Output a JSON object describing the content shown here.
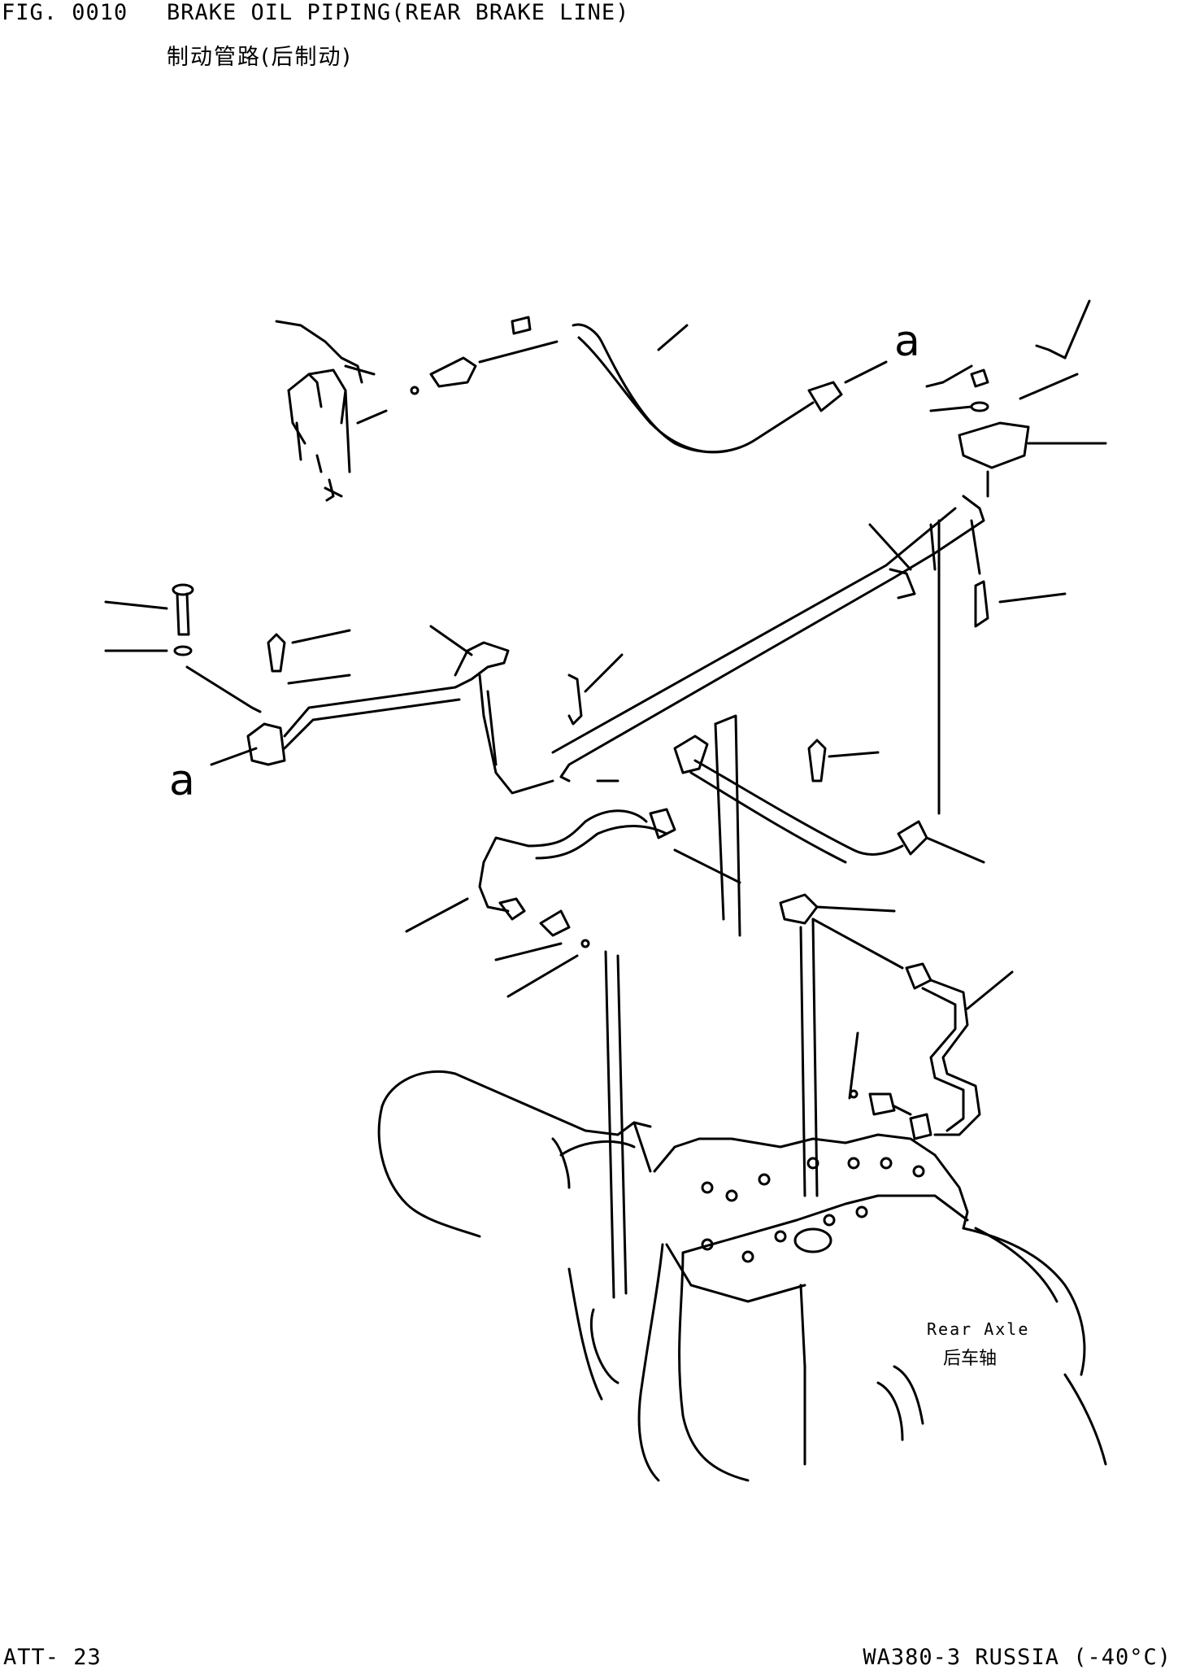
{
  "header": {
    "fig_number": "FIG. 0010",
    "title": "BRAKE OIL PIPING(REAR BRAKE LINE)",
    "title_cn": "制动管路(后制动)"
  },
  "labels": {
    "axle": "Rear Axle",
    "axle_cn": "后车轴",
    "ref_a_upper": "a",
    "ref_a_lower": "a"
  },
  "footer": {
    "page_ref": "ATT- 23",
    "model": "WA380-3 RUSSIA (-40°C)"
  }
}
